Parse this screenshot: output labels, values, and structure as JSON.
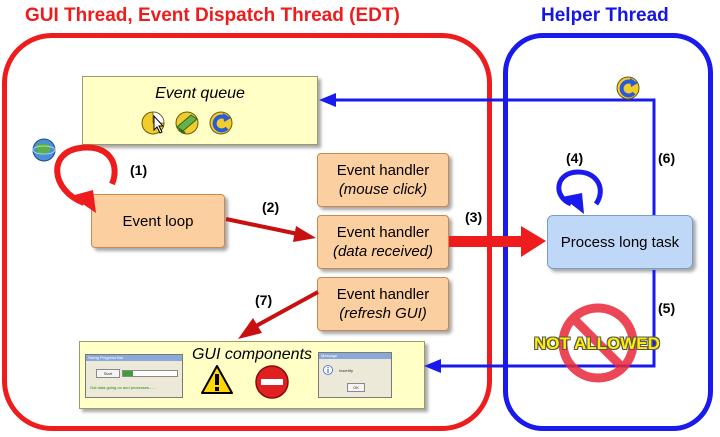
{
  "titles": {
    "gui_thread": "GUI Thread, Event Dispatch Thread (EDT)",
    "helper_thread": "Helper Thread"
  },
  "event_queue": {
    "label": "Event queue",
    "icons": [
      "mouse-click-icon",
      "data-icon",
      "refresh-icon"
    ]
  },
  "event_loop": {
    "label": "Event loop"
  },
  "handlers": [
    {
      "title": "Event handler",
      "sub": "(mouse click)"
    },
    {
      "title": "Event handler",
      "sub": "(data received)"
    },
    {
      "title": "Event handler",
      "sub": "(refresh GUI)"
    }
  ],
  "task": {
    "label": "Process long task"
  },
  "gui_components": {
    "label": "GUI components",
    "progress_window": {
      "title": "Swing Progress Bar",
      "button": "Start",
      "status": "Got data going on and processes......"
    },
    "message_window": {
      "title": "Message",
      "text": "Insertify",
      "button": "OK"
    },
    "icons": [
      "warning-icon",
      "stop-icon"
    ]
  },
  "not_allowed": "NOT ALLOWED",
  "steps": [
    "(1)",
    "(2)",
    "(3)",
    "(4)",
    "(5)",
    "(6)",
    "(7)"
  ],
  "colors": {
    "red": "#ee1c1c",
    "blue": "#1a1aee",
    "node_orange": "#fccfa0",
    "node_blue": "#bfd8f8",
    "panel_yellow": "#ffffc6"
  }
}
